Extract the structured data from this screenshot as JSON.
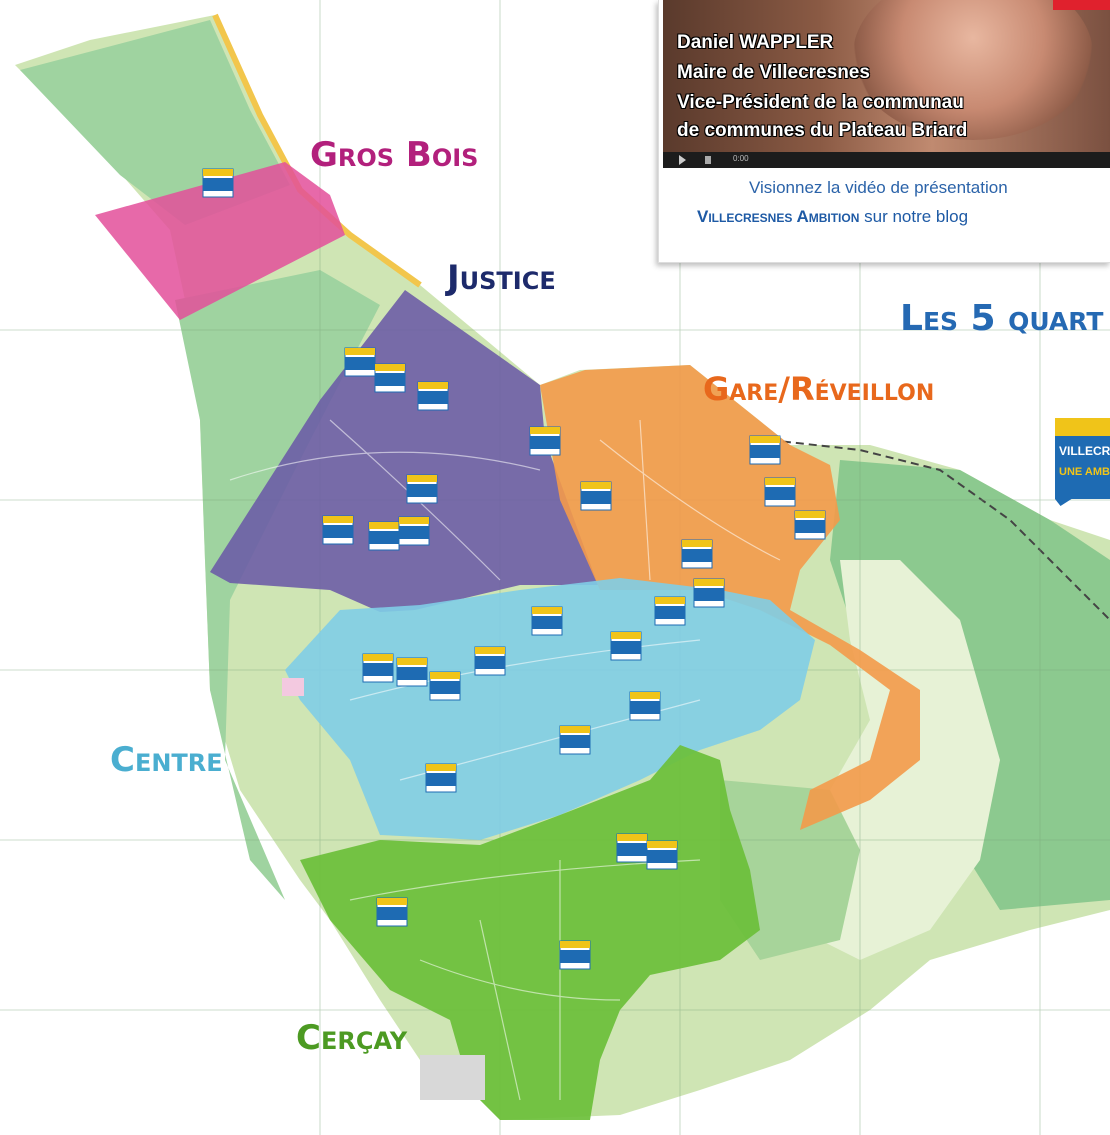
{
  "map": {
    "heading": "Les 5 quart",
    "districts": [
      {
        "id": "gros-bois",
        "label": "Gros Bois",
        "color": "#e34f9a"
      },
      {
        "id": "justice",
        "label": "Justice",
        "color": "#6b5aa6"
      },
      {
        "id": "gare-reveillon",
        "label": "Gare/Réveillon",
        "color": "#f39a4a"
      },
      {
        "id": "centre",
        "label": "Centre",
        "color": "#7fcde6"
      },
      {
        "id": "cercay",
        "label": "Cerçay",
        "color": "#6bbf3a"
      }
    ],
    "label_colors": {
      "gros-bois": "#b2207c",
      "justice": "#1d2a6b",
      "gare-reveillon": "#e8681c",
      "centre": "#4aaed0",
      "cercay": "#4c9a22"
    },
    "base_colors": {
      "park": "#9fd3a0",
      "forest": "#7fbf86",
      "urban": "#e4efcf",
      "road": "#f2c64c"
    }
  },
  "video": {
    "name": "Daniel WAPPLER",
    "role1": "Maire de Villecresnes",
    "role2": "Vice-Président de la communau",
    "role3": "de communes du Plateau Briard",
    "time": "0:00"
  },
  "caption": {
    "line1": "Visionnez la vidéo de présentation",
    "brand": "Villecresnes Ambition",
    "line2_rest": "sur notre blog"
  },
  "logo": {
    "line1": "VILLECR",
    "line2": "UNE AMB"
  }
}
